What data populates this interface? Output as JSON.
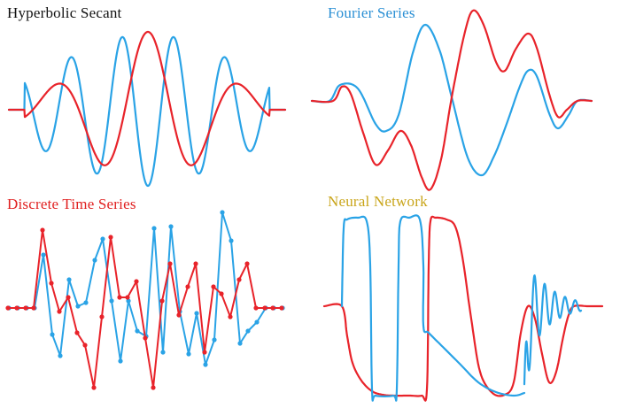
{
  "colors": {
    "red": "#e8232a",
    "blue": "#2aa3e6",
    "title_black": "#111111",
    "title_blue": "#2a8fd4",
    "title_red": "#e02020",
    "title_gold": "#c9a51a"
  },
  "panels": [
    {
      "id": "hyperbolic-secant",
      "title": "Hyperbolic Secant",
      "title_color": "title_black",
      "style": "curve"
    },
    {
      "id": "fourier-series",
      "title": "Fourier Series",
      "title_color": "title_blue",
      "style": "curve"
    },
    {
      "id": "discrete-time-series",
      "title": "Discrete Time Series",
      "title_color": "title_red",
      "style": "markers"
    },
    {
      "id": "neural-network",
      "title": "Neural Network",
      "title_color": "title_gold",
      "style": "curve"
    }
  ]
}
